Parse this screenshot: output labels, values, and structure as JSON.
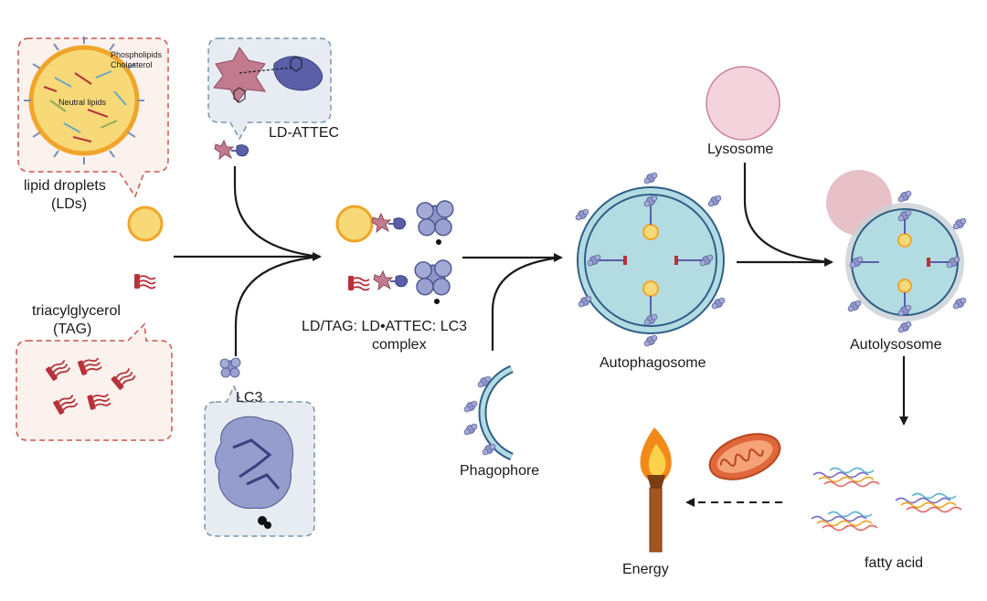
{
  "labels": {
    "lipid_droplets_line1": "lipid droplets",
    "lipid_droplets_line2": "(LDs)",
    "phospholipids": "Phospholipids",
    "cholesterol": "Cholesterol",
    "neutral_lipids": "Neutral lipids",
    "ld_attec": "LD-ATTEC",
    "tag_line1": "triacylglycerol",
    "tag_line2": "(TAG)",
    "lc3": "LC3",
    "complex_line1": "LD/TAG: LD•ATTEC: LC3",
    "complex_line2": "complex",
    "phagophore": "Phagophore",
    "autophagosome": "Autophagosome",
    "lysosome": "Lysosome",
    "autolysosome": "Autolysosome",
    "fatty_acid": "fatty acid",
    "energy": "Energy"
  },
  "colors": {
    "lipid_droplet_fill": "#f7d978",
    "lipid_droplet_stroke": "#f0a52a",
    "callout_border": "#c9574f",
    "callout_fill": "#fbf2ee",
    "tag_red": "#b8323a",
    "attec_pink": "#c27a8f",
    "attec_purple": "#5a5fa8",
    "lc3_blue": "#8d95c9",
    "lc3_callout_fill": "#e7ecf3",
    "lc3_callout_border": "#7a95a8",
    "vesicle_fill": "#b3dbe2",
    "vesicle_stroke": "#2f5f86",
    "lysosome_fill": "#f4d3dc",
    "lysosome_stroke": "#c98598",
    "arrow": "#1a1a1a",
    "flame_orange": "#f28a1a",
    "torch_brown": "#a4551f",
    "mitochondria": "#e0673a"
  }
}
